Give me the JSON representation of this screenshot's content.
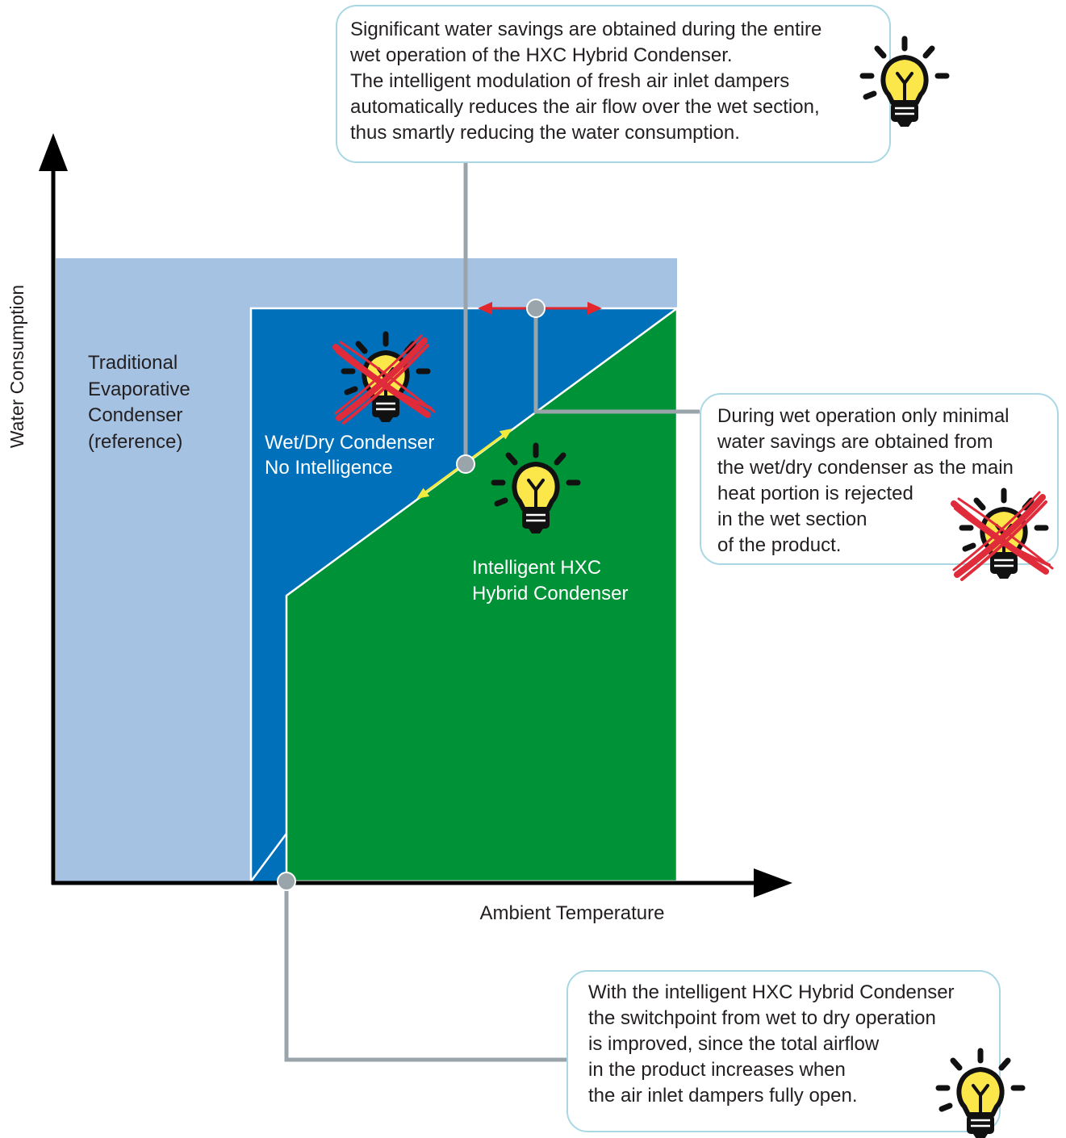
{
  "axes": {
    "y_label": "Water Consumption",
    "x_label": "Ambient Temperature"
  },
  "regions": {
    "traditional": {
      "lines": [
        "Traditional",
        "Evaporative",
        "Condenser",
        "(reference)"
      ],
      "color": "#a5c2e3"
    },
    "wet_dry": {
      "lines": [
        "Wet/Dry Condenser",
        "No Intelligence"
      ],
      "color": "#0070bb"
    },
    "hxc": {
      "lines": [
        "Intelligent HXC",
        "Hybrid Condenser"
      ],
      "color": "#009237"
    }
  },
  "callouts": {
    "top": {
      "lines": [
        "Significant water savings are obtained during the entire",
        "wet operation of the HXC Hybrid Condenser.",
        "The intelligent modulation of fresh air inlet dampers",
        "automatically reduces the air flow over the wet section,",
        "thus smartly reducing the water consumption."
      ],
      "icon": "lightbulb-icon"
    },
    "right": {
      "lines": [
        "During wet operation only minimal",
        "water savings are obtained from",
        "the wet/dry condenser as the main",
        "heat portion is rejected",
        "in the wet section",
        "of the product."
      ],
      "icon": "crossed-out-lightbulb-icon"
    },
    "bottom": {
      "lines": [
        "With the intelligent HXC Hybrid Condenser",
        "the switchpoint from wet to dry operation",
        "is improved, since the total airflow",
        "in the product increases when",
        "the air inlet dampers fully open."
      ],
      "icon": "lightbulb-icon"
    }
  },
  "colors": {
    "connector": "#9aa5ab",
    "callout_border": "#a9d8e4",
    "bulb_yellow": "#fbe74a",
    "cross_red": "#e02b3a",
    "arrow_red": "#e3262c",
    "arrow_yellow": "#f2ea3c",
    "text_dark": "#231f20"
  }
}
